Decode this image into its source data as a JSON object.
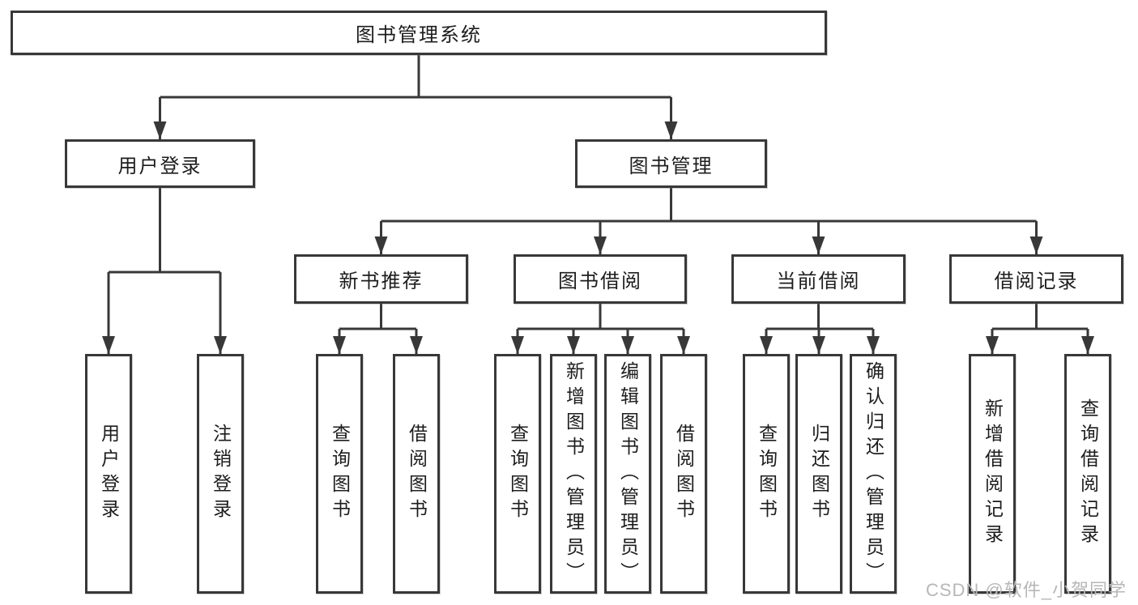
{
  "page": {
    "background": "#ffffff",
    "line_color": "#383838",
    "watermark": "CSDN @软件_小贺同学"
  },
  "diagram": {
    "root": {
      "label": "图书管理系统"
    },
    "level2": [
      {
        "label": "用户登录"
      },
      {
        "label": "图书管理"
      }
    ],
    "level3": [
      {
        "label": "新书推荐",
        "parent": "图书管理"
      },
      {
        "label": "图书借阅",
        "parent": "图书管理"
      },
      {
        "label": "当前借阅",
        "parent": "图书管理"
      },
      {
        "label": "借阅记录",
        "parent": "图书管理"
      }
    ],
    "leaves": [
      {
        "label": "用户登录",
        "parent": "用户登录"
      },
      {
        "label": "注销登录",
        "parent": "用户登录"
      },
      {
        "label": "查询图书",
        "parent": "新书推荐"
      },
      {
        "label": "借阅图书",
        "parent": "新书推荐"
      },
      {
        "label": "查询图书",
        "parent": "图书借阅"
      },
      {
        "label": "新增图书（管理员）",
        "parent": "图书借阅"
      },
      {
        "label": "编辑图书（管理员）",
        "parent": "图书借阅"
      },
      {
        "label": "借阅图书",
        "parent": "图书借阅"
      },
      {
        "label": "查询图书",
        "parent": "当前借阅"
      },
      {
        "label": "归还图书",
        "parent": "当前借阅"
      },
      {
        "label": "确认归还（管理员）",
        "parent": "当前借阅"
      },
      {
        "label": "新增借阅记录",
        "parent": "借阅记录"
      },
      {
        "label": "查询借阅记录",
        "parent": "借阅记录"
      }
    ]
  }
}
